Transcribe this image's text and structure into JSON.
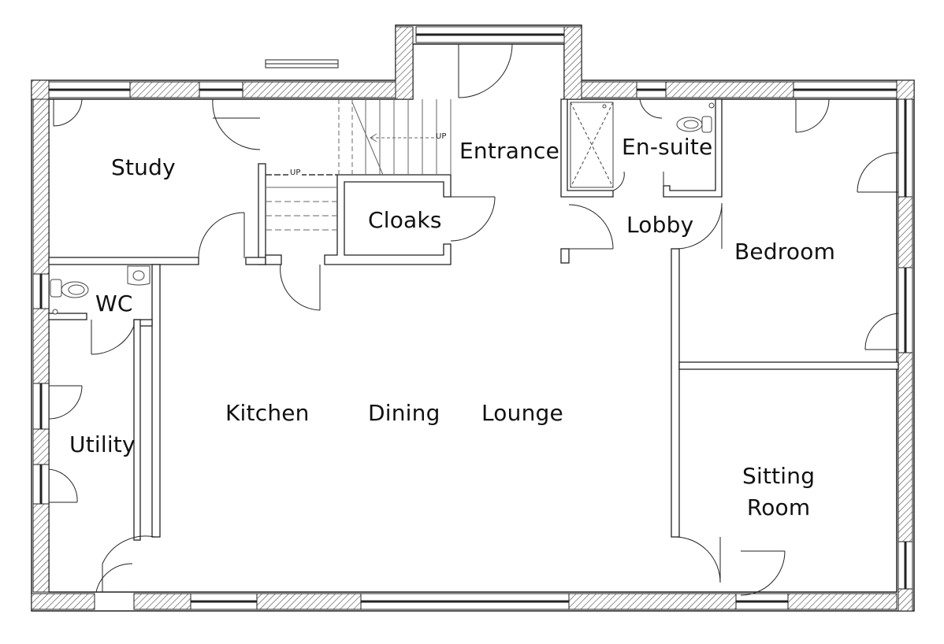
{
  "colors": {
    "wall_outline": "#222222",
    "wall_fill": "#ffffff",
    "wall_hatch": "#555555",
    "partition_fill": "#ffffff",
    "fixture_line": "#444444",
    "stair_line": "#666666",
    "label_text": "#111111"
  },
  "rooms": {
    "study": "Study",
    "entrance": "Entrance",
    "en_suite": "En-suite",
    "cloaks": "Cloaks",
    "lobby": "Lobby",
    "bedroom": "Bedroom",
    "wc": "WC",
    "kitchen": "Kitchen",
    "dining": "Dining",
    "lounge": "Lounge",
    "utility": "Utility",
    "sitting_room_line1": "Sitting",
    "sitting_room_line2": "Room"
  },
  "stairs": {
    "upper_flight_label": "UP",
    "lower_flight_label": "UP"
  },
  "icons": {
    "door": "door-swing-icon",
    "window": "window-icon",
    "toilet": "toilet-icon",
    "basin": "basin-icon",
    "shower": "shower-tray-icon",
    "vent": "vent-icon"
  }
}
